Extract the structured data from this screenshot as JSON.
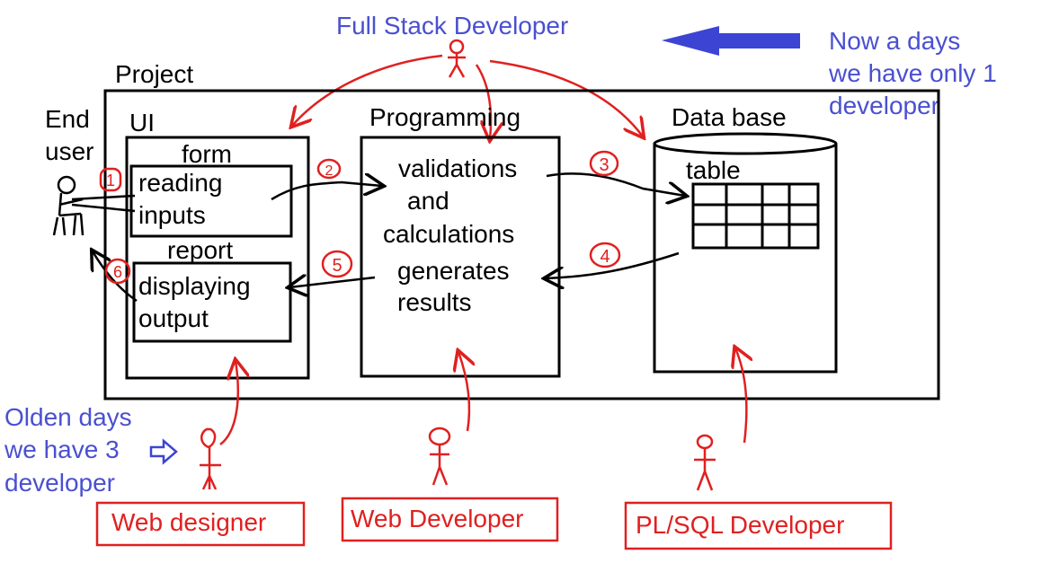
{
  "top": {
    "full_stack": "Full Stack Developer",
    "now_line1": "Now a days",
    "now_line2": "we have only 1",
    "now_line3": "developer"
  },
  "project": {
    "title": "Project",
    "end_user_line1": "End",
    "end_user_line2": "user"
  },
  "ui": {
    "title": "UI",
    "form_label": "form",
    "form_text_line1": "reading",
    "form_text_line2": "inputs",
    "report_label": "report",
    "report_text_line1": "displaying",
    "report_text_line2": "output"
  },
  "programming": {
    "title": "Programming",
    "line1": "validations",
    "line2": "and",
    "line3": "calculations",
    "line4": "generates",
    "line5": "results"
  },
  "database": {
    "title": "Data base",
    "table_label": "table"
  },
  "steps": [
    "1",
    "2",
    "3",
    "4",
    "5",
    "6"
  ],
  "olden": {
    "line1": "Olden days",
    "line2": "we have 3",
    "line3": "developer"
  },
  "roles": {
    "web_designer": "Web designer",
    "web_developer": "Web Developer",
    "plsql_developer": "PL/SQL Developer"
  },
  "colors": {
    "ink": "#000000",
    "annotation_red": "#e02020",
    "annotation_blue": "#4a50d0",
    "arrow_blue": "#3c44d4"
  }
}
